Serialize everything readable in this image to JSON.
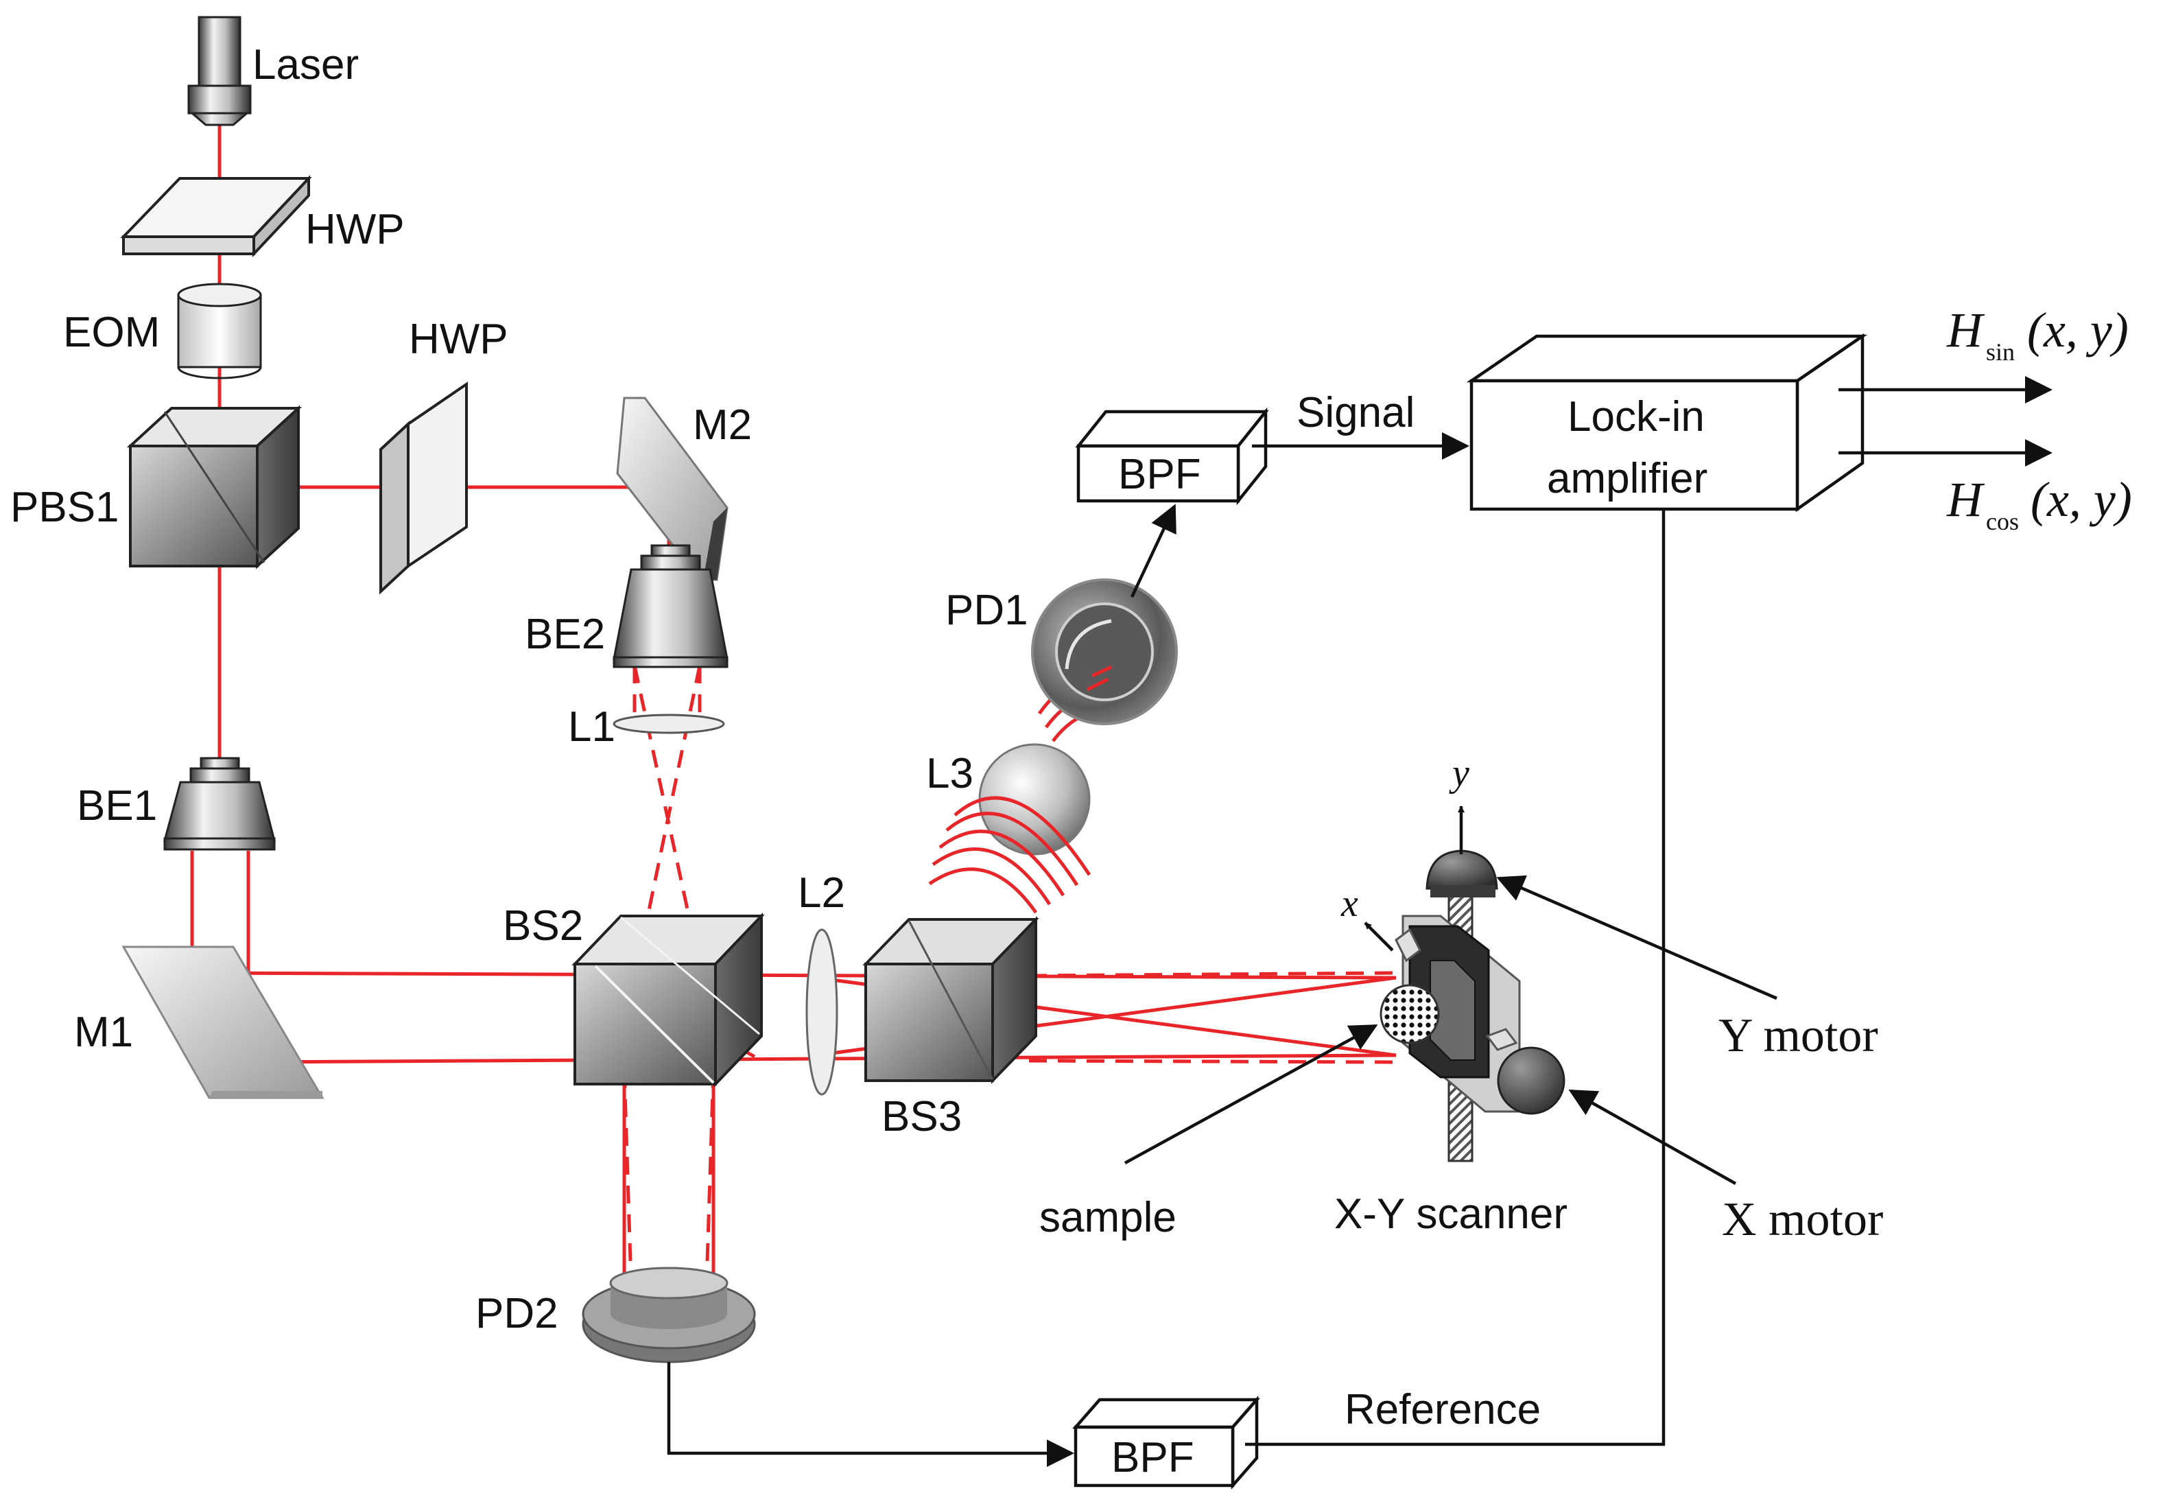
{
  "labels": {
    "laser": "Laser",
    "hwp_top": "HWP",
    "eom": "EOM",
    "hwp_mid": "HWP",
    "pbs1": "PBS1",
    "m2": "M2",
    "be2": "BE2",
    "l1": "L1",
    "be1": "BE1",
    "m1": "M1",
    "bs2": "BS2",
    "l2": "L2",
    "bs3": "BS3",
    "l3": "L3",
    "pd1": "PD1",
    "pd2": "PD2",
    "bpf_top": "BPF",
    "bpf_bottom": "BPF",
    "signal": "Signal",
    "reference": "Reference",
    "lockin_line1": "Lock-in",
    "lockin_line2": "amplifier",
    "sample": "sample",
    "scanner": "X-Y scanner",
    "y_motor": "Y motor",
    "x_motor": "X motor",
    "axis_x": "x",
    "axis_y": "y"
  },
  "outputs": {
    "h_sin": {
      "symbol": "H",
      "subscript": "sin",
      "args": "(x, y)"
    },
    "h_cos": {
      "symbol": "H",
      "subscript": "cos",
      "args": "(x, y)"
    }
  },
  "colors": {
    "beam": "#e8262a",
    "wire": "#111111"
  }
}
